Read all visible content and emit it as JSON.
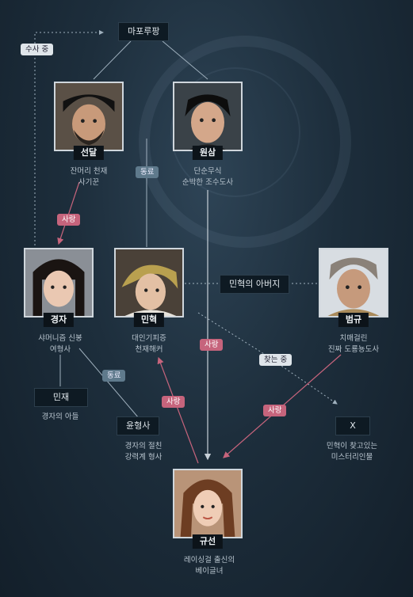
{
  "top_label": "마포루팡",
  "tags": {
    "investigating": "수사 중",
    "colleague_1": "동료",
    "love_1": "사랑",
    "love_2": "사랑",
    "love_3": "사랑",
    "love_4": "사랑",
    "searching": "찾는 중",
    "colleague_2": "동료"
  },
  "relation_label": "민혁의 아버지",
  "characters": {
    "seondal": {
      "name": "선달",
      "desc": [
        "잔머리 천재",
        "사기꾼"
      ]
    },
    "wonsam": {
      "name": "원삼",
      "desc": [
        "단순무식",
        "순박한 조수도사"
      ]
    },
    "gyeongja": {
      "name": "경자",
      "desc": [
        "샤머니즘 신봉",
        "여형사"
      ]
    },
    "minhyuk": {
      "name": "민혁",
      "desc": [
        "대인기피증",
        "천재해커"
      ]
    },
    "beomgyu": {
      "name": "범규",
      "desc": [
        "치매걸린",
        "진짜 도룡뇽도사"
      ]
    },
    "minjae": {
      "name": "민재",
      "desc": [
        "경자의 아들"
      ]
    },
    "yunhyeongsa": {
      "name": "윤형사",
      "desc": [
        "경자의 절친",
        "강력계 형사"
      ]
    },
    "x": {
      "name": "X",
      "desc": [
        "민혁이 찾고있는",
        "미스터리인물"
      ]
    },
    "gyuseon": {
      "name": "규선",
      "desc": [
        "레이싱걸 출신의",
        "베이글녀"
      ]
    }
  }
}
